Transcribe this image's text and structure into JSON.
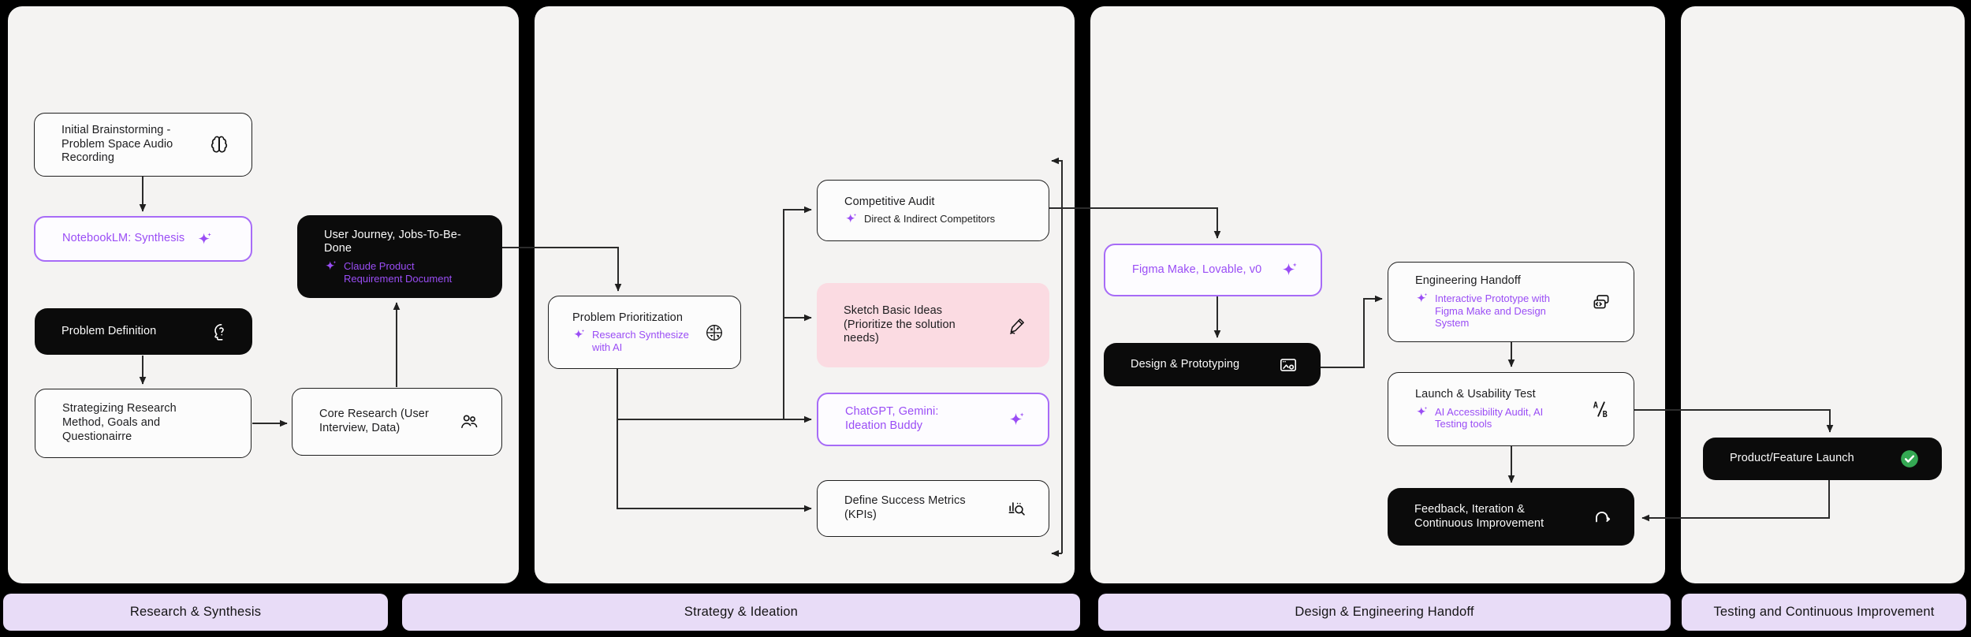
{
  "colors": {
    "accent": "#9a4df5",
    "purple_border": "#a76bf7",
    "pink": "#fbdbe2",
    "lavender": "#e8dcf7",
    "green": "#34a853",
    "panel": "#f4f3f2",
    "background": "#000000"
  },
  "sections": [
    {
      "label": "Research & Synthesis"
    },
    {
      "label": "Strategy & Ideation"
    },
    {
      "label": "Design & Engineering Handoff"
    },
    {
      "label": "Testing and Continuous Improvement"
    }
  ],
  "nodes": {
    "initial_brainstorming": {
      "title": "Initial Brainstorming - Problem Space Audio Recording",
      "icon": "brain-icon"
    },
    "notebooklm": {
      "title": "NotebookLM: Synthesis",
      "icon": "ai-sparkle-icon"
    },
    "problem_definition": {
      "title": "Problem Definition",
      "icon": "head-question-icon"
    },
    "strategizing": {
      "title": "Strategizing Research Method, Goals and Questionairre"
    },
    "core_research": {
      "title": "Core Research (User Interview, Data)",
      "icon": "users-icon"
    },
    "user_journey": {
      "title": "User Journey, Jobs-To-Be-Done",
      "subtitle": "Claude Product Requirement Document"
    },
    "problem_prioritization": {
      "title": "Problem Prioritization",
      "subtitle": "Research Synthesize with AI",
      "icon": "priority-matrix-icon"
    },
    "competitive_audit": {
      "title": "Competitive Audit",
      "subtitle": "Direct & Indirect Competitors"
    },
    "sketch_ideas": {
      "title": "Sketch Basic Ideas (Prioritize the solution needs)",
      "icon": "sketch-pen-icon"
    },
    "chatgpt_gemini": {
      "title": "ChatGPT, Gemini: Ideation Buddy",
      "icon": "ai-sparkle-icon"
    },
    "success_metrics": {
      "title": "Define Success Metrics (KPIs)",
      "icon": "kpi-search-icon"
    },
    "figma_make": {
      "title": "Figma Make, Lovable, v0",
      "icon": "ai-sparkle-icon"
    },
    "design_prototyping": {
      "title": "Design & Prototyping",
      "icon": "window-image-icon"
    },
    "engineering_handoff": {
      "title": "Engineering Handoff",
      "subtitle": "Interactive Prototype with Figma Make and Design System",
      "icon": "code-card-icon"
    },
    "launch_usability": {
      "title": "Launch & Usability Test",
      "subtitle": "AI Accessibility Audit, AI Testing tools",
      "icon": "ab-test-icon"
    },
    "feedback_iteration": {
      "title": "Feedback, Iteration & Continuous Improvement",
      "icon": "iterate-loop-icon"
    },
    "product_launch": {
      "title": "Product/Feature Launch",
      "icon": "check-circle-icon"
    }
  }
}
